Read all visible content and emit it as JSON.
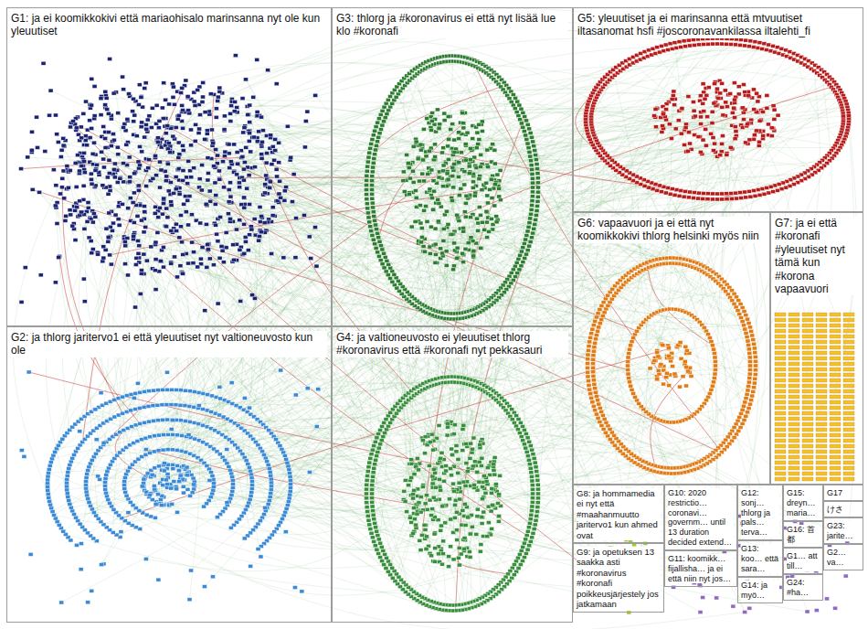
{
  "diagram": {
    "nodes": [
      {
        "text": [
          "G1: ja ei koomikkokivi että mariaohisalo marinsanna nyt ole kun yleuutiset"
        ]
      },
      {
        "text": [
          "G3: thlorg ja #koronavirus ei että nyt lisää lue klo #koronafi"
        ]
      },
      {
        "text": [
          "G5: yleuutiset ja ei marinsanna että mtvuutiset iltasanomat hsfi #joscoronavankilassa iltalehti_fi"
        ]
      },
      {
        "text": [
          "G6: vapaavuori ja ei että nyt koomikkokivi thlorg helsinki myös niin"
        ]
      },
      {
        "text": [
          "G7: ja ei että #koronafi #yleuutiset nyt tämä kun #korona vapaavuori"
        ]
      },
      {
        "text": [
          "G2: ja thlorg jaritervo1 ei että yleuutiset nyt valtioneuvosto kun ole"
        ]
      },
      {
        "text": [
          "G4: ja valtioneuvosto ei yleuutiset thlorg #koronavirus että #koronafi nyt pekkasauri"
        ]
      },
      {
        "text": [
          "G8: ja hommamedia ei nyt että #maahanmuutto jaritervo1 kun ahmed ovat"
        ]
      },
      {
        "text": [
          "G9: ja opetuksen 13 saakka asti #koronavirus #koronafi poikkeusjärjestely jos jatkamaan"
        ]
      },
      {
        "text": [
          "G10: 2020 restrictio… coronavi… governm… until 13 duration decided extend…"
        ]
      },
      {
        "text": [
          "G11: koomikk… fijallisha… ja ei että niin nyt jos…"
        ]
      },
      {
        "text": [
          "G12: sonj… thlorg ja pals… terva…"
        ]
      },
      {
        "text": [
          "G13: koo… että sara…"
        ]
      },
      {
        "text": [
          "G14: ja myö…"
        ]
      },
      {
        "text": [
          "G15: dreyn… maria…"
        ]
      },
      {
        "text": [
          "G17"
        ]
      },
      {
        "text": [
          "G16: 首都"
        ]
      },
      {
        "text": [
          "けさ"
        ]
      },
      {
        "text": [
          "G1… att till…"
        ]
      },
      {
        "text": [
          "G23: jarite…"
        ]
      },
      {
        "text": [
          "G24: #ha…"
        ]
      },
      {
        "text": [
          "G2… va…"
        ]
      }
    ]
  }
}
